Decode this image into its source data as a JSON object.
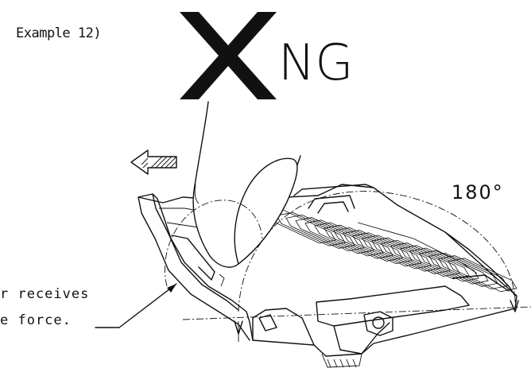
{
  "figure": {
    "example_label": "Example 12)",
    "verdict_text": "NG",
    "verdict_icon": "x-mark-icon",
    "angle_label": "180°",
    "note_lines": [
      "r receives",
      "e force."
    ],
    "direction_icon": "arrow-left-icon"
  }
}
